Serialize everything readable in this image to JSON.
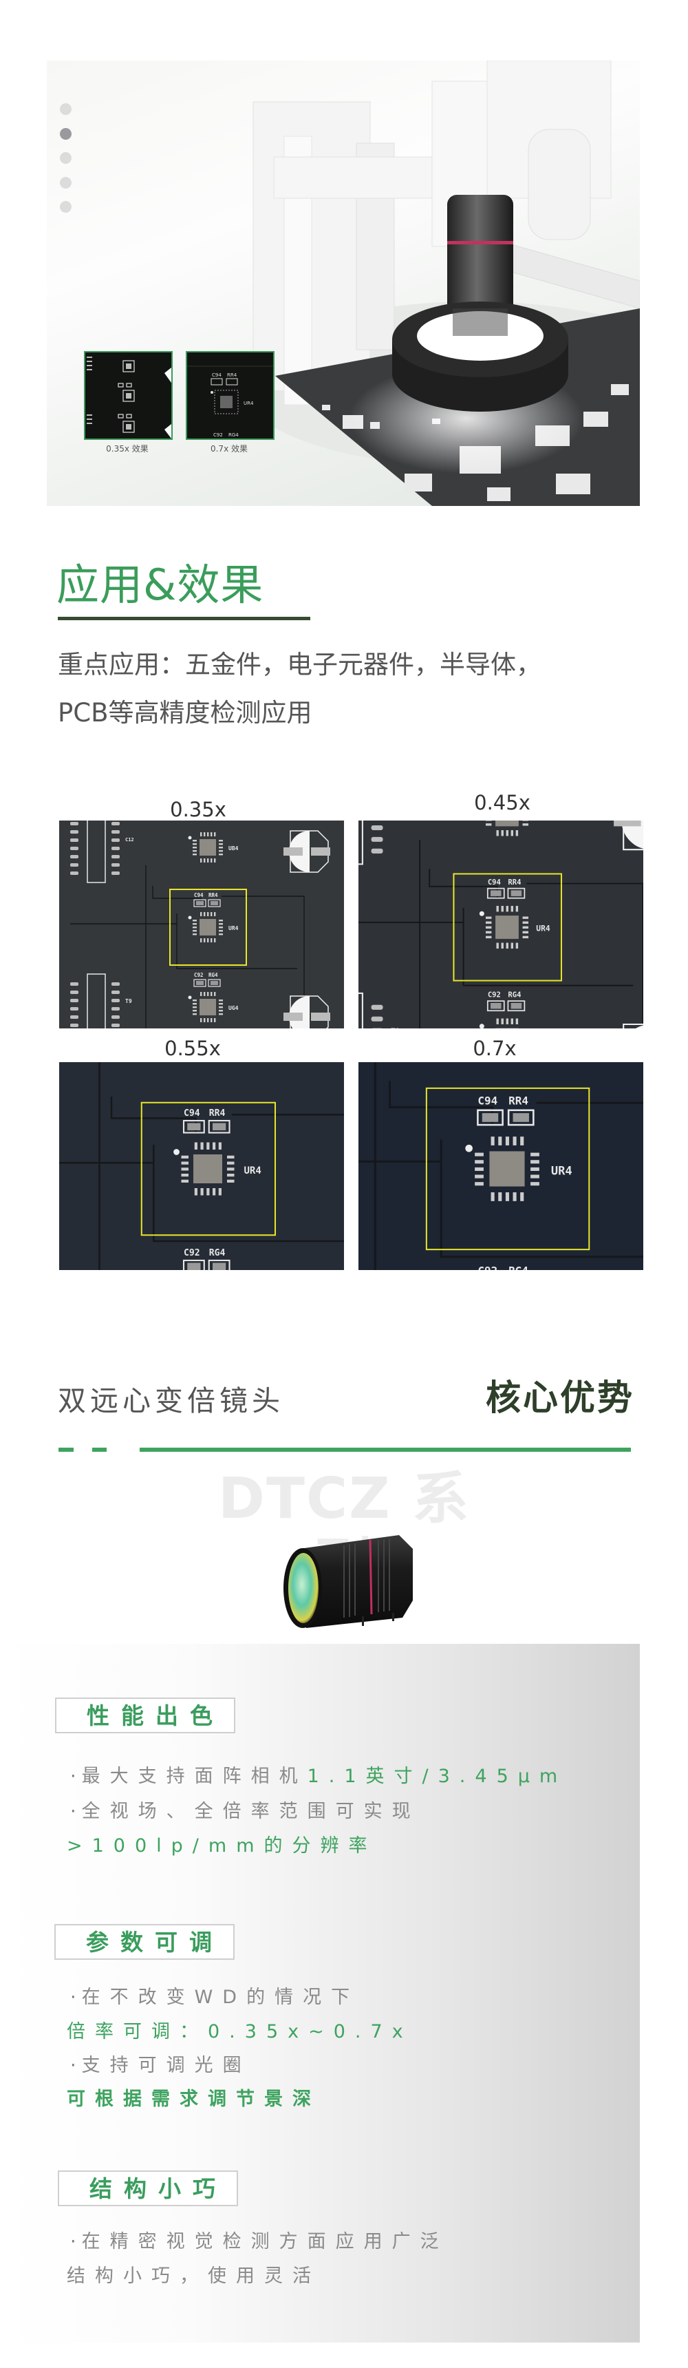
{
  "hero": {
    "carousel_dots": 5,
    "active_dot": 2,
    "thumbnails": [
      {
        "label": "0.35x 效果"
      },
      {
        "label": "0.7x 效果"
      }
    ],
    "thumb_chip_labels": {
      "c94": "C94",
      "rr4": "RR4",
      "ur4": "UR4",
      "c92": "C92",
      "rg4": "RG4"
    }
  },
  "application": {
    "title": "应用&效果",
    "lines": [
      "重点应用：五金件，电子元器件，半导体，",
      "PCB等高精度检测应用"
    ]
  },
  "magnification_grid": [
    {
      "label": "0.35x",
      "zoom": 1.0,
      "bg": "#35383b"
    },
    {
      "label": "0.45x",
      "zoom": 1.41,
      "bg": "#2f3338"
    },
    {
      "label": "0.55x",
      "zoom": 1.75,
      "bg": "#262c36"
    },
    {
      "label": "0.7x",
      "zoom": 2.13,
      "bg": "#1d2533"
    }
  ],
  "pcb_labels": {
    "c94": "C94",
    "rr4": "RR4",
    "ur4": "UR4",
    "c92": "C92",
    "rg4": "RG4",
    "ub4": "UB4",
    "ug4": "UG4",
    "c12": "C12",
    "t9": "T9"
  },
  "core": {
    "subtitle": "双远心变倍镜头",
    "title": "核心优势",
    "series": "DTCZ 系列"
  },
  "features": [
    {
      "tag": "性能出色",
      "lines": [
        [
          {
            "t": "·",
            "c": "bullet"
          },
          {
            "t": "最大支持面阵相机",
            "c": ""
          },
          {
            "t": "1.1英寸/3.45μm",
            "c": "g"
          }
        ],
        [
          {
            "t": "·",
            "c": "bullet"
          },
          {
            "t": "全视场、全倍率范围可实现",
            "c": ""
          }
        ],
        [
          {
            "t": ">100lp/mm的分辨率",
            "c": "g"
          }
        ]
      ]
    },
    {
      "tag": "参数可调",
      "lines": [
        [
          {
            "t": "·",
            "c": "bullet"
          },
          {
            "t": "在不改变WD的情况下",
            "c": ""
          }
        ],
        [
          {
            "t": "倍率可调：0.35x~0.7x",
            "c": "g"
          }
        ],
        [
          {
            "t": "·",
            "c": "bullet"
          },
          {
            "t": "支持可调光圈",
            "c": ""
          }
        ],
        [
          {
            "t": "可根据需求调节景深",
            "c": "g"
          }
        ]
      ]
    },
    {
      "tag": "结构小巧",
      "lines": [
        [
          {
            "t": "·",
            "c": "bullet"
          },
          {
            "t": "在精密视觉检测方面应用广泛",
            "c": ""
          }
        ],
        [
          {
            "t": "结构小巧，使用灵活",
            "c": ""
          }
        ]
      ]
    }
  ],
  "colors": {
    "green": "#3ea35f",
    "dark_green": "#2e3f2a",
    "yellow_box": "#e8e62a"
  }
}
